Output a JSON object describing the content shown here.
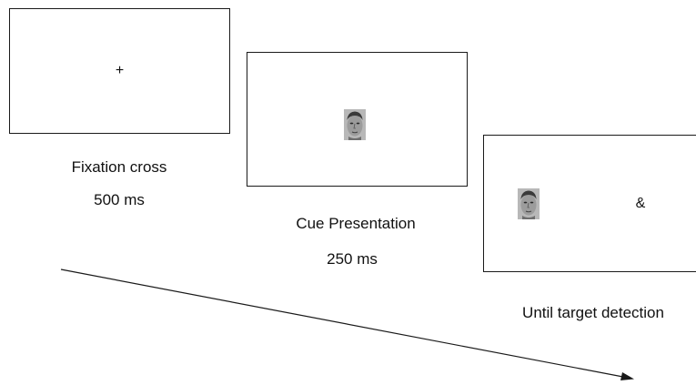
{
  "steps": [
    {
      "stimulus": "+",
      "label": "Fixation cross",
      "duration": "500 ms"
    },
    {
      "stimulus": "face-icon",
      "label": "Cue Presentation",
      "duration": "250 ms"
    },
    {
      "stimulus": "face-icon",
      "symbol": "&",
      "label": "Until target detection",
      "duration": ""
    }
  ],
  "colors": {
    "line": "#1a1a1a",
    "face_bg": "#9a9a9a"
  }
}
